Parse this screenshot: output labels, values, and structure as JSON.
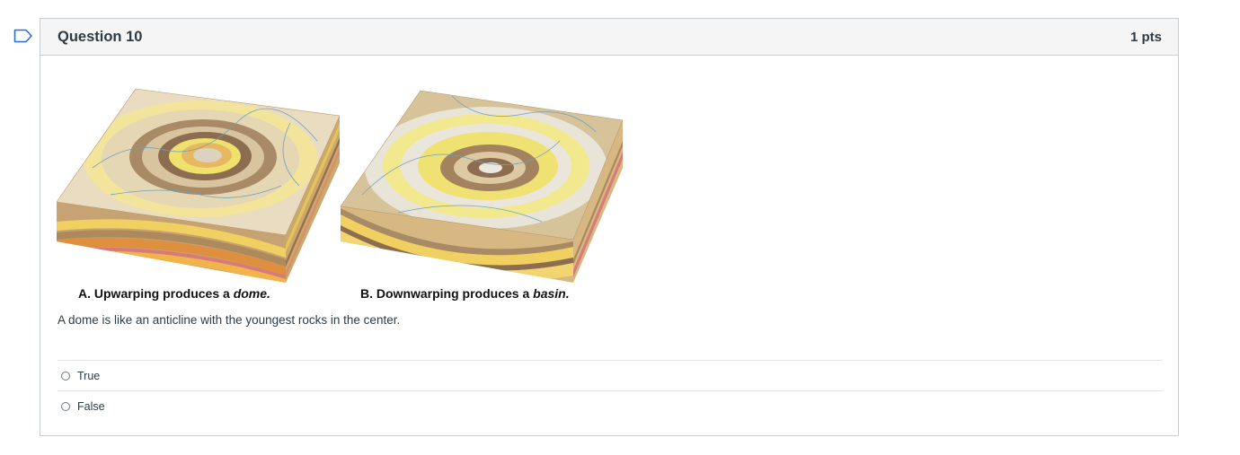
{
  "question": {
    "title": "Question 10",
    "points": "1 pts",
    "figure": {
      "caption_a_prefix": "A. Upwarping produces a ",
      "caption_a_term": "dome.",
      "caption_b_prefix": "B. Downwarping produces a ",
      "caption_b_term": "basin."
    },
    "text": "A dome is like an anticline with the youngest rocks in the center.",
    "answers": [
      {
        "label": "True"
      },
      {
        "label": "False"
      }
    ]
  },
  "colors": {
    "flag": "#2d6ecd",
    "header_bg": "#f5f5f5",
    "border": "#c7cdd1",
    "text": "#2d3b45"
  },
  "icons": {
    "flag": "bookmark-flag-icon",
    "radio": "radio-button-icon"
  }
}
